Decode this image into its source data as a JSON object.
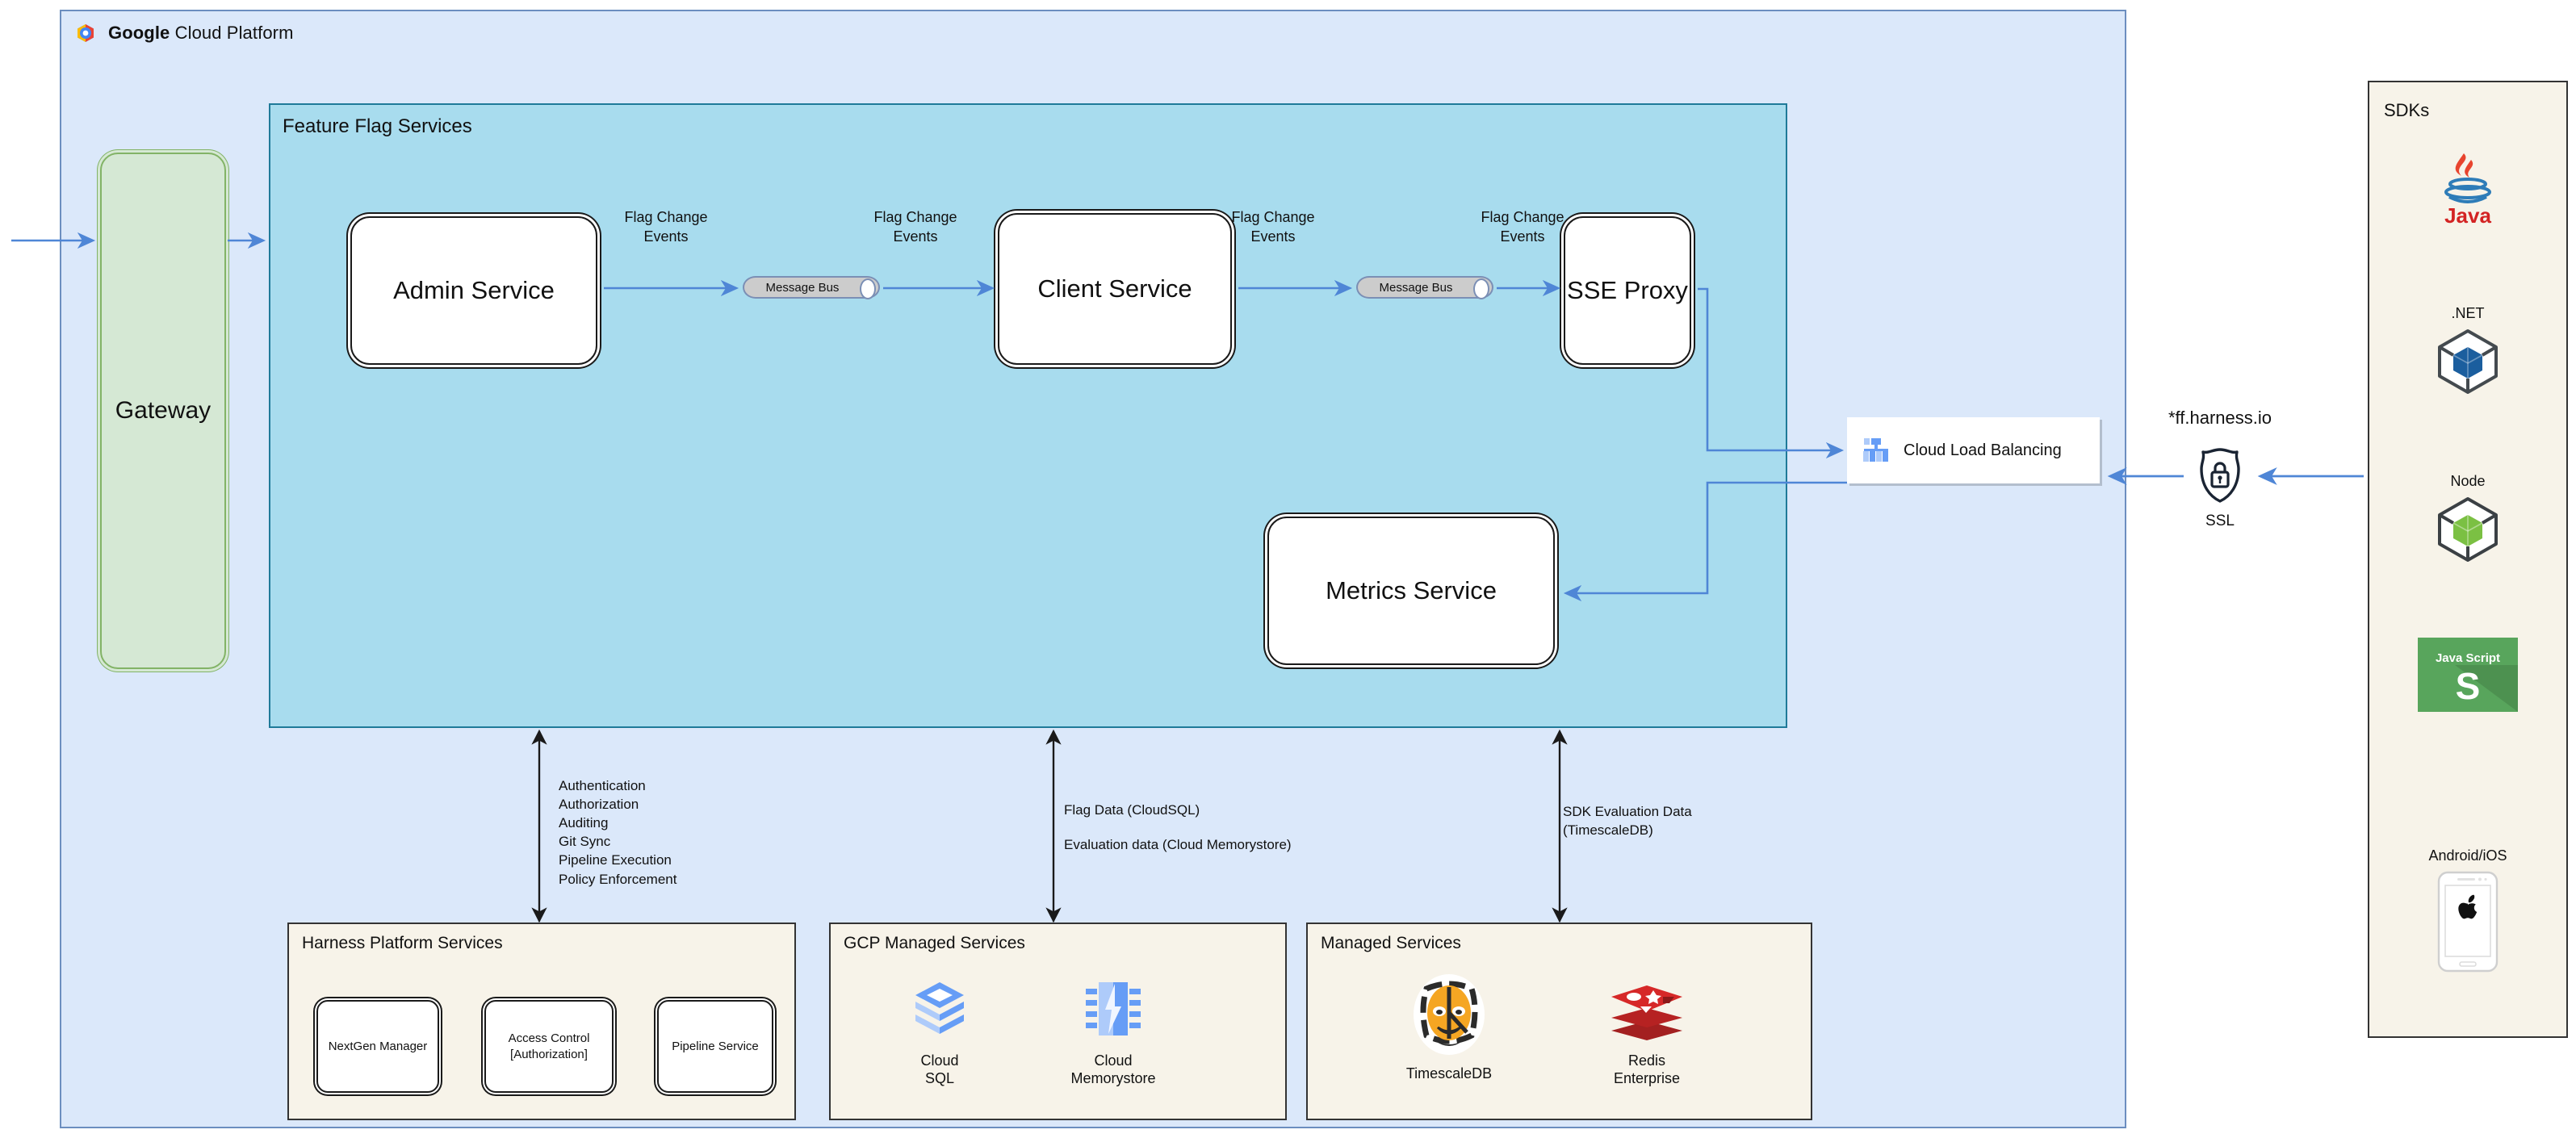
{
  "gcp": {
    "title_bold": "Google",
    "title_rest": " Cloud Platform",
    "icon": "google-cloud-hexagon-icon"
  },
  "feature_flag_services": {
    "title": "Feature Flag Services",
    "services": [
      {
        "id": "admin-service",
        "label": "Admin Service"
      },
      {
        "id": "client-service",
        "label": "Client Service"
      },
      {
        "id": "sse-proxy",
        "label": "SSE Proxy"
      },
      {
        "id": "metrics-service",
        "label": "Metrics Service"
      }
    ],
    "message_buses": [
      {
        "id": "msgbus-1",
        "label": "Message Bus"
      },
      {
        "id": "msgbus-2",
        "label": "Message Bus"
      }
    ],
    "edge_labels": [
      "Flag Change Events",
      "Flag Change Events",
      "Flag Change Events",
      "Flag Change Events"
    ]
  },
  "gateway": {
    "label": "Gateway"
  },
  "load_balancer": {
    "label": "Cloud Load Balancing",
    "icon": "cloud-load-balancing-icon"
  },
  "edge": {
    "domain": "*ff.harness.io",
    "ssl_label": "SSL",
    "ssl_icon": "ssl-shield-lock-icon"
  },
  "sdks": {
    "title": "SDKs",
    "items": [
      {
        "caption": "",
        "name": "Java",
        "icon": "java-logo-icon"
      },
      {
        "caption": ".NET",
        "name": ".NET",
        "icon": "dotnet-cube-icon"
      },
      {
        "caption": "Node",
        "name": "Node",
        "icon": "node-cube-icon"
      },
      {
        "caption": "",
        "name": "Java Script",
        "icon": "javascript-logo-icon"
      },
      {
        "caption": "Android/iOS",
        "name": "Android/iOS",
        "icon": "mobile-phone-apple-icon"
      }
    ]
  },
  "notes": {
    "harness": [
      "Authentication",
      "Authorization",
      "Auditing",
      "Git Sync",
      "Pipeline Execution",
      "Policy Enforcement"
    ],
    "gcp_managed": [
      "Flag Data (CloudSQL)",
      "Evaluation data (Cloud Memorystore)"
    ],
    "managed": [
      "SDK Evaluation Data",
      "(TimescaleDB)"
    ]
  },
  "panels": {
    "harness": {
      "title": "Harness Platform Services",
      "items": [
        {
          "label": "NextGen Manager"
        },
        {
          "label": "Access Control [Authorization]"
        },
        {
          "label": "Pipeline Service"
        }
      ]
    },
    "gcp_managed": {
      "title": "GCP Managed Services",
      "items": [
        {
          "label": "Cloud SQL",
          "icon": "cloud-sql-icon"
        },
        {
          "label": "Cloud Memorystore",
          "icon": "cloud-memorystore-icon"
        }
      ]
    },
    "managed": {
      "title": "Managed Services",
      "items": [
        {
          "label": "TimescaleDB",
          "icon": "timescaledb-tiger-icon"
        },
        {
          "label": "Redis Enterprise",
          "icon": "redis-stack-icon"
        }
      ]
    }
  },
  "colors": {
    "gcp_bg": "#dbe8fa",
    "gcp_border": "#6c8ebf",
    "ffs_bg": "#a8dcee",
    "ffs_border": "#1f7a99",
    "gateway_bg": "#d5e8d4",
    "gateway_border": "#82b366",
    "panel_bg": "#f7f3e9",
    "panel_border": "#333333",
    "arrow_blue": "#4f86d6",
    "arrow_black": "#1a1a1a",
    "msgbus_bg": "#cccccc"
  }
}
